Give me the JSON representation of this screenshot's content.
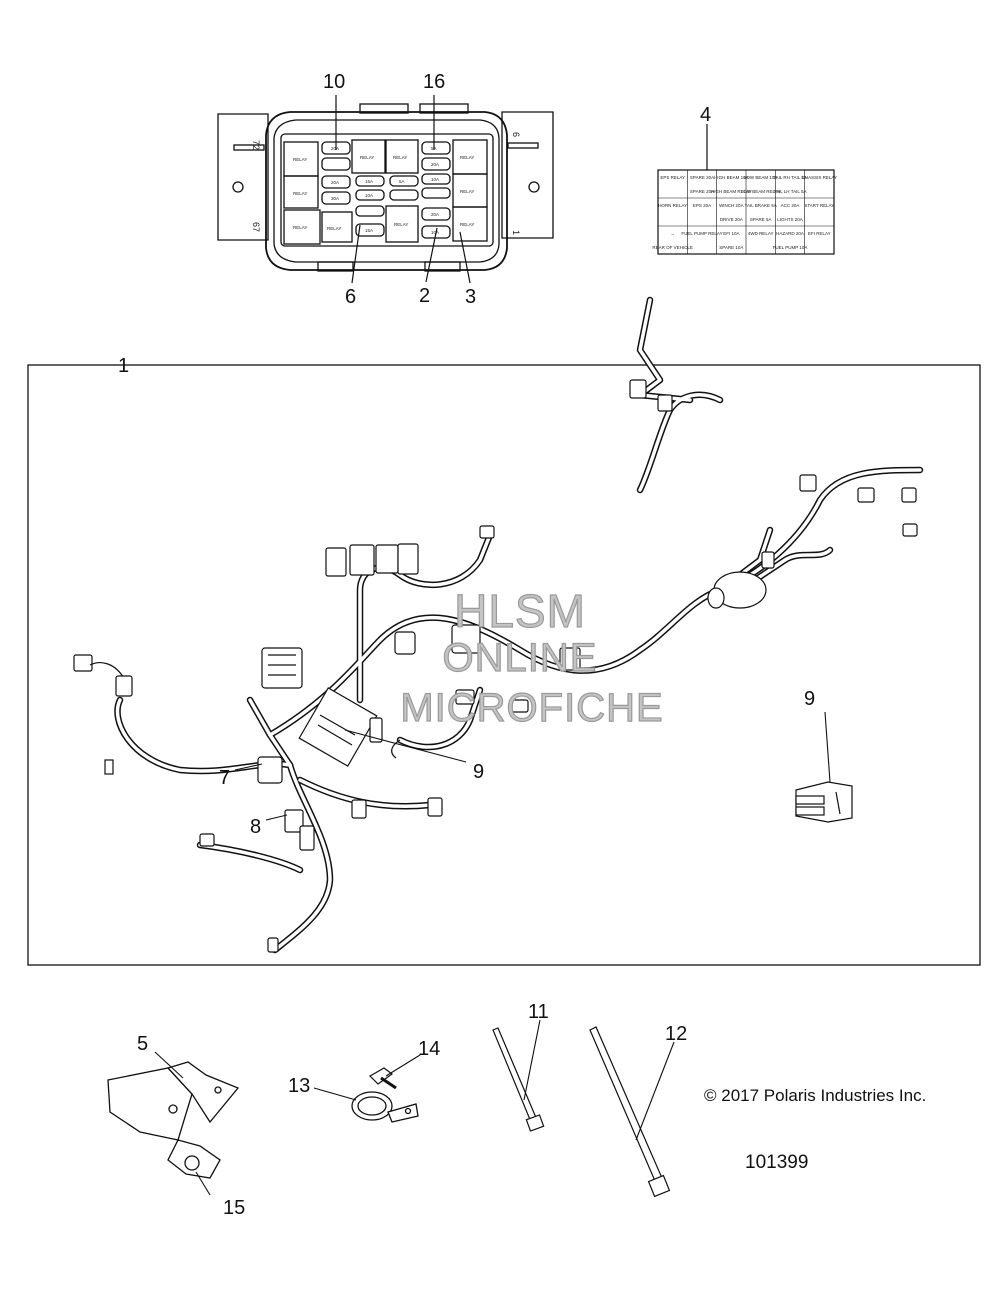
{
  "callouts": {
    "c1": "1",
    "c2": "2",
    "c3": "3",
    "c4": "4",
    "c5": "5",
    "c6": "6",
    "c7": "7",
    "c8": "8",
    "c9a": "9",
    "c9b": "9",
    "c10": "10",
    "c11": "11",
    "c12": "12",
    "c13": "13",
    "c14": "14",
    "c15": "15",
    "c16": "16"
  },
  "fuse_box": {
    "edge_labels": {
      "top_left": "72",
      "bottom_left": "67",
      "top_right": "6",
      "bottom_right": "1"
    },
    "relay_label": "RELAY",
    "fuse_labels": [
      "20A",
      "20A",
      "30A",
      "15A",
      "10A",
      "5A",
      "5A",
      "20A",
      "10A",
      "15A",
      "20A",
      "10A"
    ]
  },
  "fuse_chart": {
    "cells": [
      "EPS RELAY",
      "SPARE 20A",
      "HIGH BEAM 10A",
      "LOW BEAM 10A",
      "TAIL RH TAIL 5A",
      "CHASSIS RELAY",
      "",
      "SPARE 20A",
      "HIGH BEAM RELAY",
      "LOW BEAM RELAY",
      "TAIL LH TAIL 5A",
      "",
      "HORN RELAY",
      "EPS 20A",
      "WINCH 20A",
      "TAIL BRAKE 5A",
      "ACC 20A",
      "START RELAY",
      "",
      "",
      "DRIVE 20A",
      "SPARE 5A",
      "LIGHTS 20A",
      "",
      "→",
      "FUEL PUMP RELAY",
      "EFI 10A",
      "4WD RELAY",
      "HAZARD 20A",
      "EFI RELAY",
      "REAR OF VEHICLE",
      "",
      "SPARE 10A",
      "",
      "FUEL PUMP 10A",
      ""
    ]
  },
  "watermark": {
    "line1": "HLSM",
    "line2": "ONLINE",
    "line3": "MICROFICHE"
  },
  "copyright": "© 2017 Polaris Industries Inc.",
  "part_number": "101399"
}
